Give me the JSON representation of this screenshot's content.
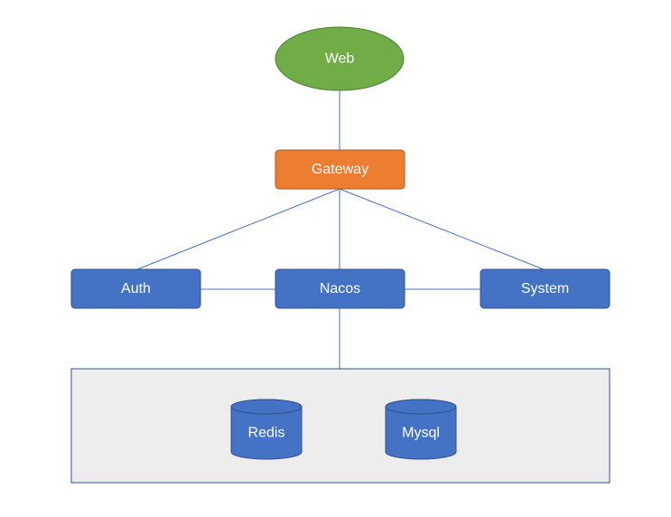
{
  "nodes": {
    "web": {
      "label": "Web"
    },
    "gateway": {
      "label": "Gateway"
    },
    "auth": {
      "label": "Auth"
    },
    "nacos": {
      "label": "Nacos"
    },
    "system": {
      "label": "System"
    },
    "redis": {
      "label": "Redis"
    },
    "mysql": {
      "label": "Mysql"
    }
  },
  "colors": {
    "web_fill": "#70ad47",
    "web_stroke": "#507e32",
    "gateway_fill": "#ed7d31",
    "gateway_stroke": "#ae5a21",
    "service_fill": "#4472c4",
    "service_stroke": "#2f528f",
    "storage_fill": "#ededed",
    "storage_stroke": "#2f528f",
    "connector": "#4472c4"
  },
  "connections": [
    [
      "web",
      "gateway"
    ],
    [
      "gateway",
      "auth"
    ],
    [
      "gateway",
      "nacos"
    ],
    [
      "gateway",
      "system"
    ],
    [
      "auth",
      "nacos"
    ],
    [
      "nacos",
      "system"
    ],
    [
      "nacos",
      "storage-group"
    ]
  ]
}
